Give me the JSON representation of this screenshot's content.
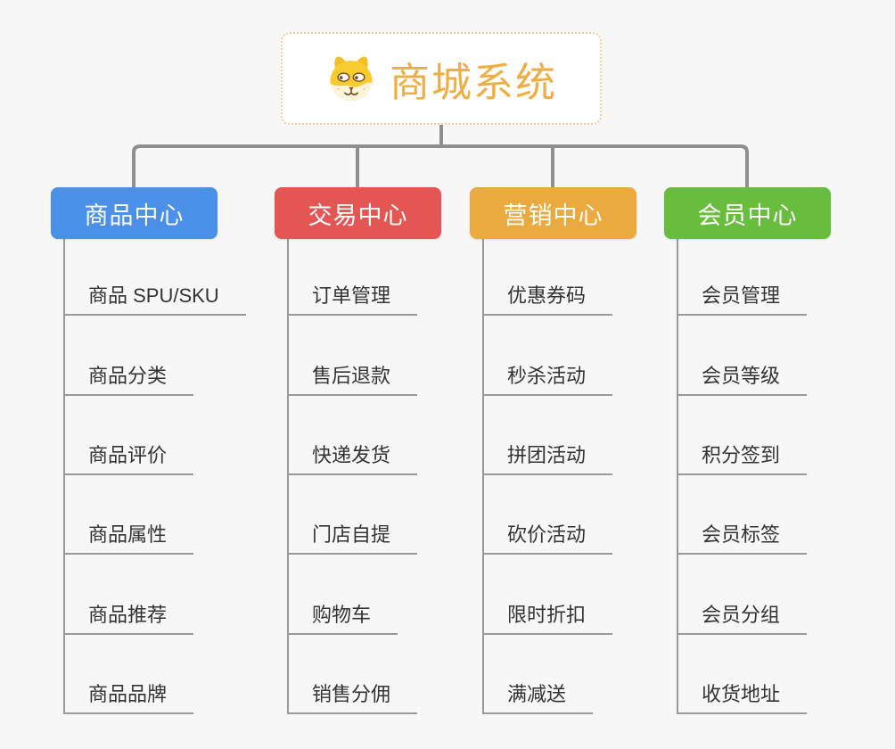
{
  "page": {
    "background_color": "#f7f7f7",
    "line_color": "#999999",
    "bus_line_color": "#8f8f8f"
  },
  "root": {
    "title": "商城系统",
    "title_color": "#EFAE44",
    "border_color": "#F2CE93",
    "icon": "dog-face-icon"
  },
  "connectors": {
    "color": "#8f8f8f"
  },
  "branches": [
    {
      "label": "商品中心",
      "color": "#4A8FE8",
      "items": [
        "商品 SPU/SKU",
        "商品分类",
        "商品评价",
        "商品属性",
        "商品推荐",
        "商品品牌"
      ]
    },
    {
      "label": "交易中心",
      "color": "#E45653",
      "items": [
        "订单管理",
        "售后退款",
        "快递发货",
        "门店自提",
        "购物车",
        "销售分佣"
      ]
    },
    {
      "label": "营销中心",
      "color": "#EBAA3F",
      "items": [
        "优惠券码",
        "秒杀活动",
        "拼团活动",
        "砍价活动",
        "限时折扣",
        "满减送"
      ]
    },
    {
      "label": "会员中心",
      "color": "#68BD3D",
      "items": [
        "会员管理",
        "会员等级",
        "积分签到",
        "会员标签",
        "会员分组",
        "收货地址"
      ]
    }
  ]
}
